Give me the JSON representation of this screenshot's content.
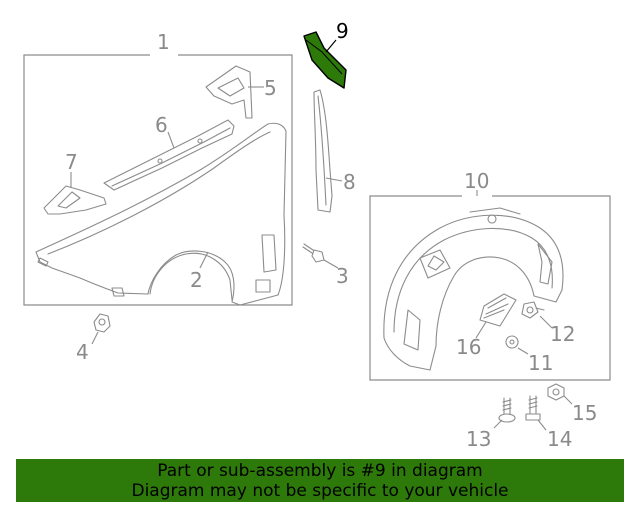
{
  "callouts": {
    "c1": "1",
    "c2": "2",
    "c3": "3",
    "c4": "4",
    "c5": "5",
    "c6": "6",
    "c7": "7",
    "c8": "8",
    "c9": "9",
    "c10": "10",
    "c11": "11",
    "c12": "12",
    "c13": "13",
    "c14": "14",
    "c15": "15",
    "c16": "16"
  },
  "highlighted_part": "9",
  "colors": {
    "highlight": "#2d7a0b",
    "line": "#8c8c8c",
    "banner": "#2d7a0b"
  },
  "banner": {
    "line1": "Part or sub-assembly is #9 in diagram",
    "line2": "Diagram may not be specific to your vehicle"
  }
}
